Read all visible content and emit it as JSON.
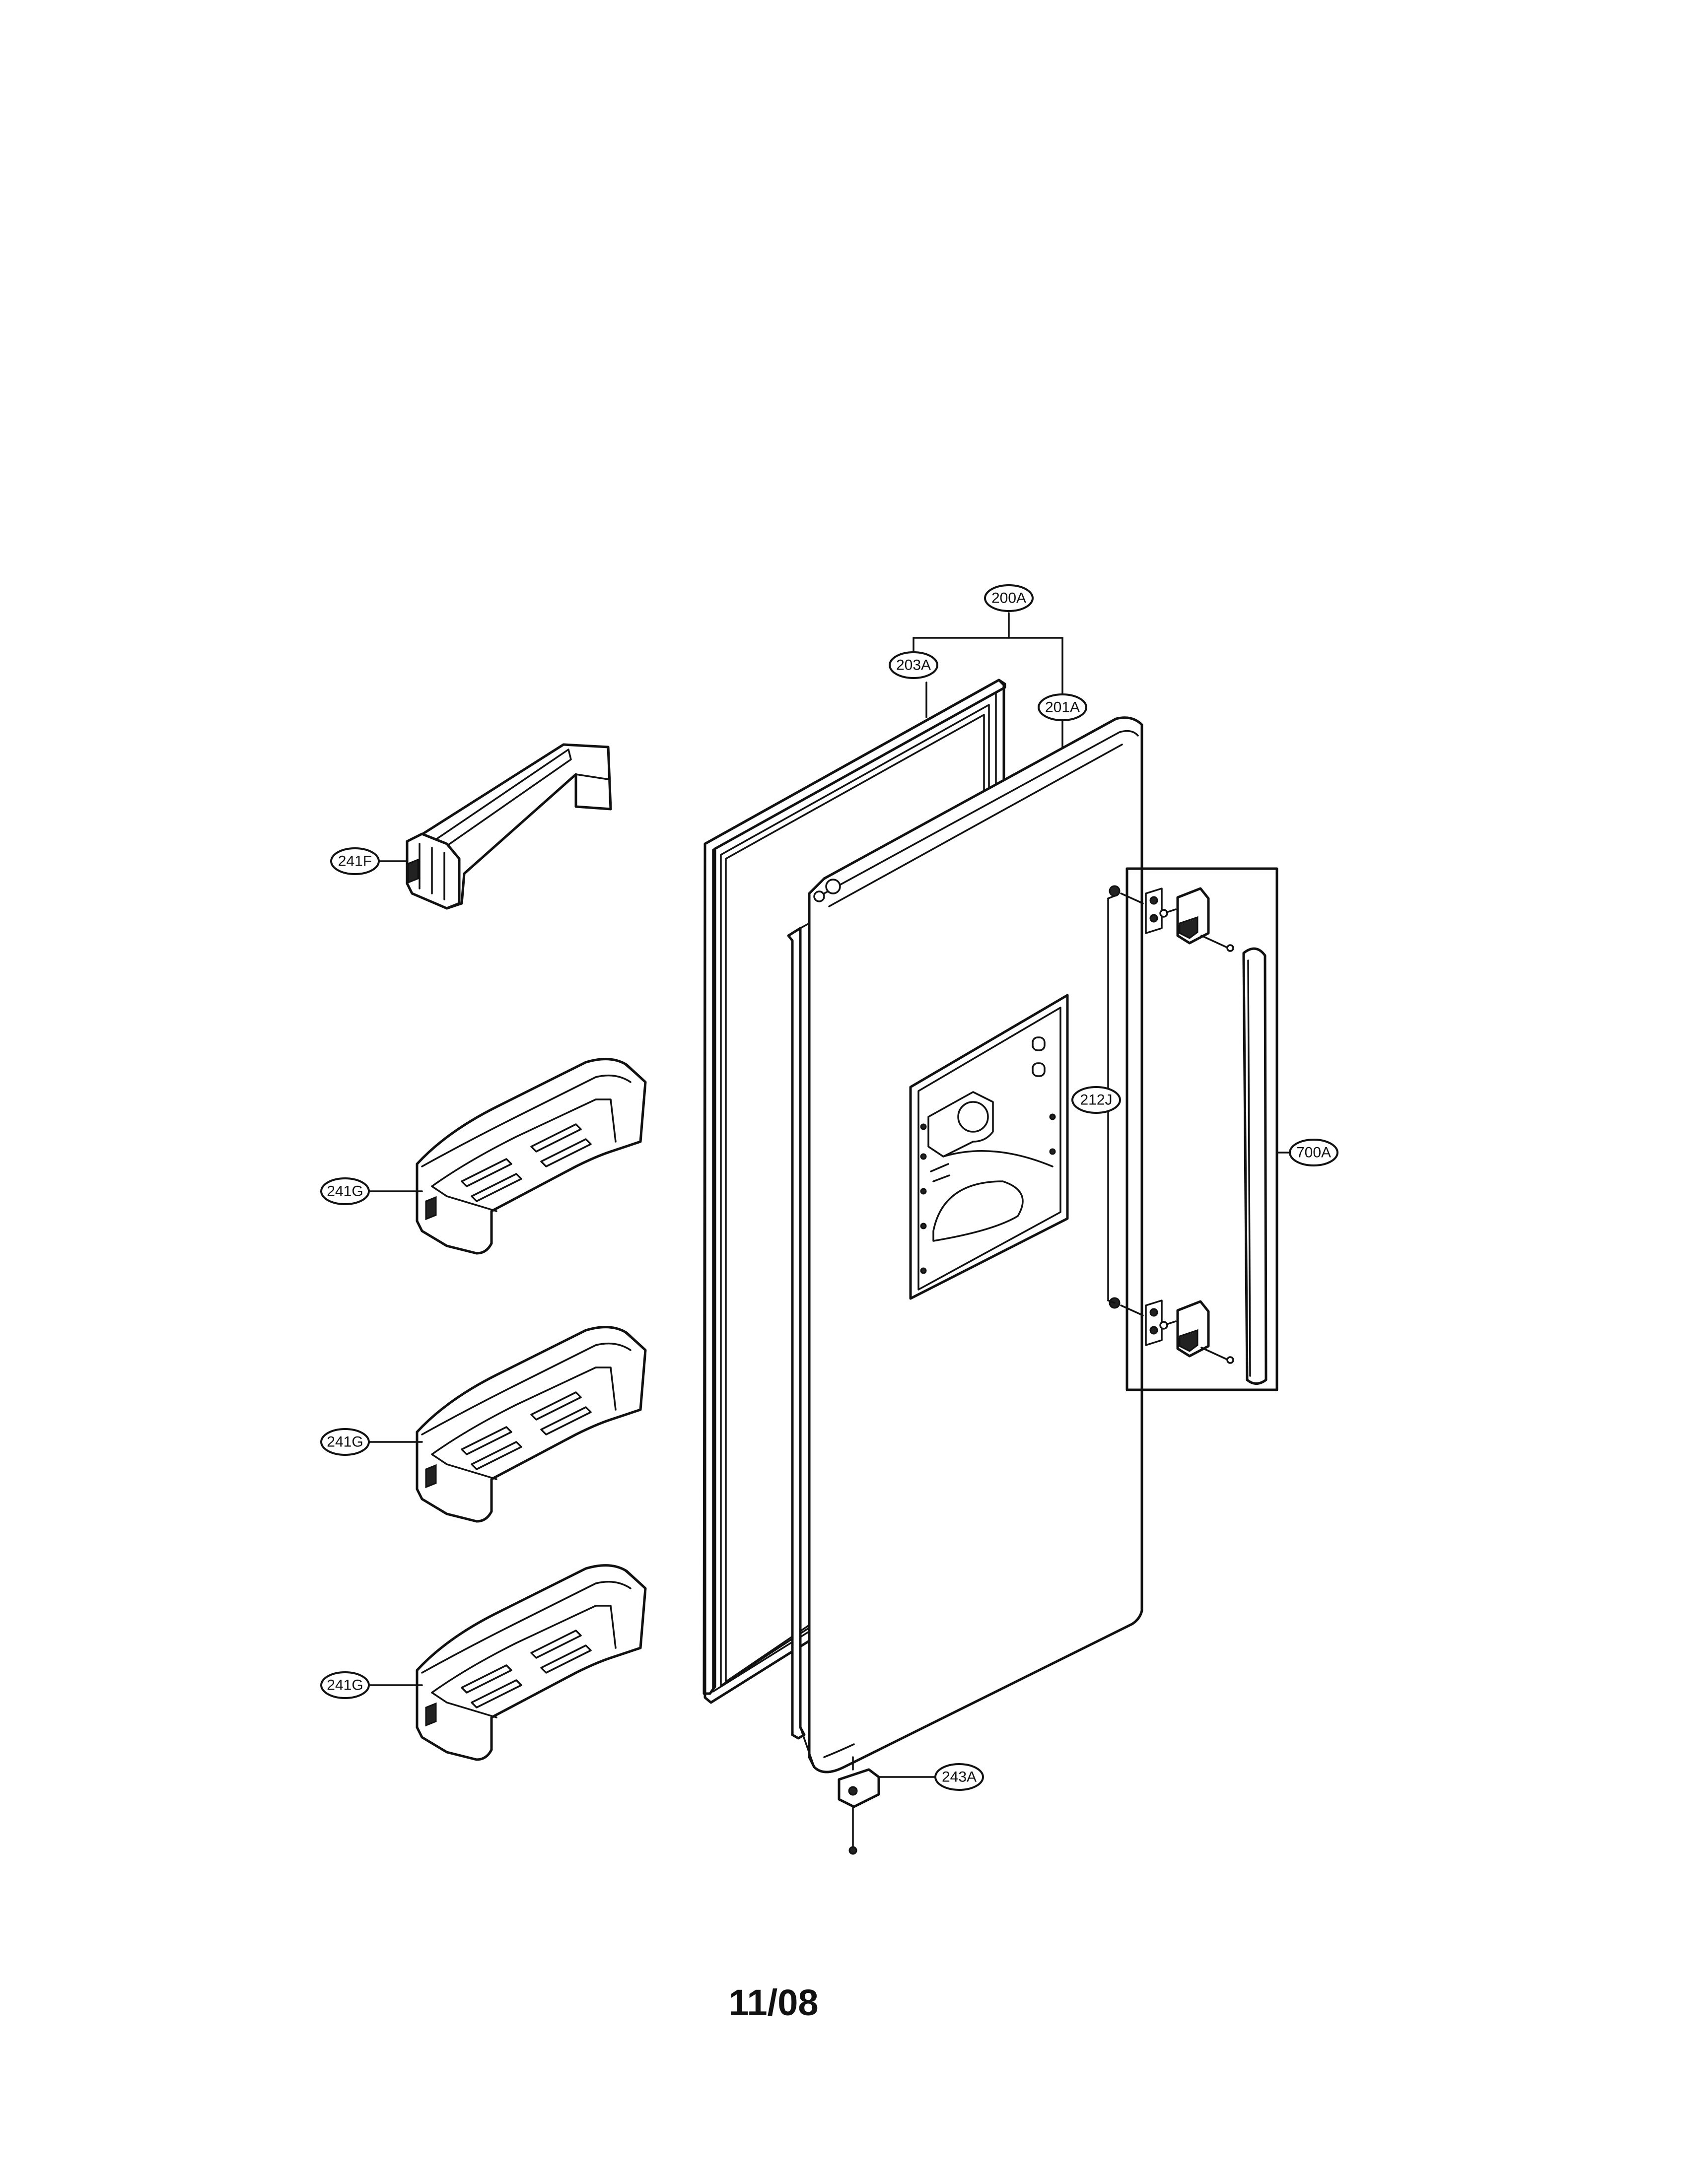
{
  "callouts": {
    "c200A": "200A",
    "c203A": "203A",
    "c201A": "201A",
    "c241F": "241F",
    "c241G_1": "241G",
    "c241G_2": "241G",
    "c241G_3": "241G",
    "c212J": "212J",
    "c700A": "700A",
    "c243A": "243A"
  },
  "footer": {
    "date_code": "11/08"
  }
}
